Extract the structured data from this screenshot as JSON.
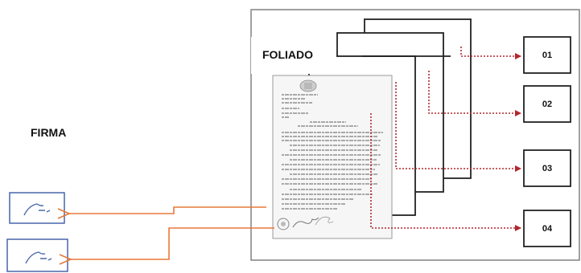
{
  "labels": {
    "foliado": "FOLIADO",
    "firma": "FIRMA"
  },
  "folio_boxes": [
    "01",
    "02",
    "03",
    "04"
  ],
  "colors": {
    "dotted_arrow": "#b3262f",
    "signature_arrow": "#e8793a",
    "outline": "#222222",
    "frame": "#777777"
  },
  "icons": {
    "signature": "signature-stroke-icon",
    "document_seal": "seal-icon"
  }
}
